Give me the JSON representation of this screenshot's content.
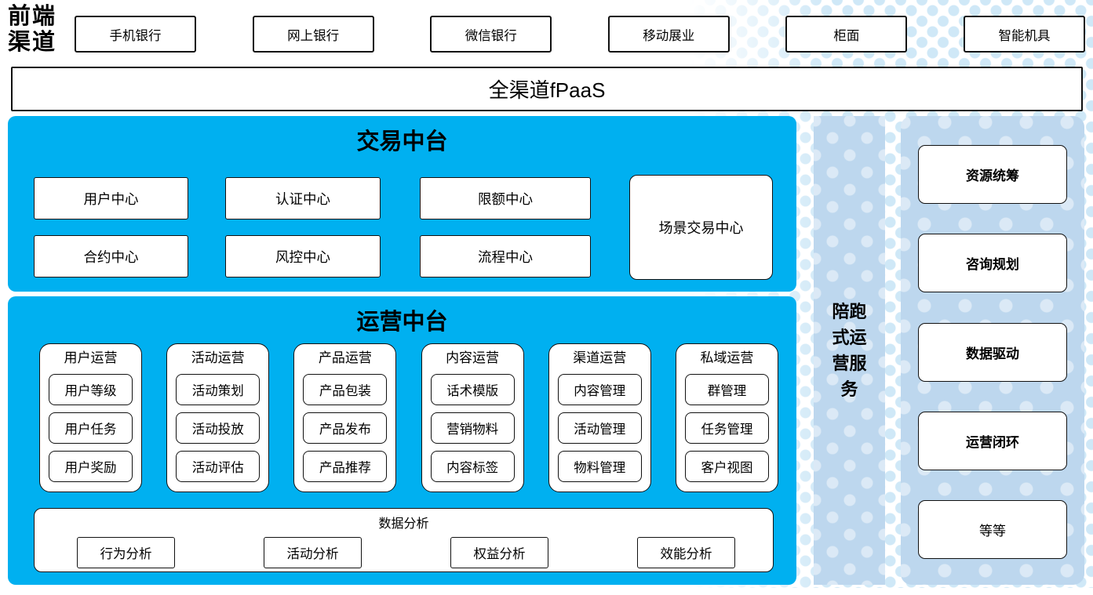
{
  "header": {
    "label": "前端渠道"
  },
  "channels": [
    "手机银行",
    "网上银行",
    "微信银行",
    "移动展业",
    "柜面",
    "智能机具"
  ],
  "fpaas": {
    "label": "全渠道fPaaS"
  },
  "transaction": {
    "title": "交易中台",
    "boxes": [
      "用户中心",
      "认证中心",
      "限额中心",
      "合约中心",
      "风控中心",
      "流程中心"
    ],
    "tall_box": "场景交易中心"
  },
  "operations": {
    "title": "运营中台",
    "groups": [
      {
        "title": "用户运营",
        "items": [
          "用户等级",
          "用户任务",
          "用户奖励"
        ]
      },
      {
        "title": "活动运营",
        "items": [
          "活动策划",
          "活动投放",
          "活动评估"
        ]
      },
      {
        "title": "产品运营",
        "items": [
          "产品包装",
          "产品发布",
          "产品推荐"
        ]
      },
      {
        "title": "内容运营",
        "items": [
          "话术模版",
          "营销物料",
          "内容标签"
        ]
      },
      {
        "title": "渠道运营",
        "items": [
          "内容管理",
          "活动管理",
          "物料管理"
        ]
      },
      {
        "title": "私域运营",
        "items": [
          "群管理",
          "任务管理",
          "客户视图"
        ]
      }
    ],
    "analysis": {
      "title": "数据分析",
      "items": [
        "行为分析",
        "活动分析",
        "权益分析",
        "效能分析"
      ]
    }
  },
  "companion": {
    "label": "陪跑式运营服务"
  },
  "services": {
    "items": [
      "资源统筹",
      "咨询规划",
      "数据驱动",
      "运营闭环",
      "等等"
    ]
  },
  "colors": {
    "accent_blue": "#00b0f0",
    "light_blue": "#bdd7ee",
    "dot_blue": "#cfe8f7"
  }
}
